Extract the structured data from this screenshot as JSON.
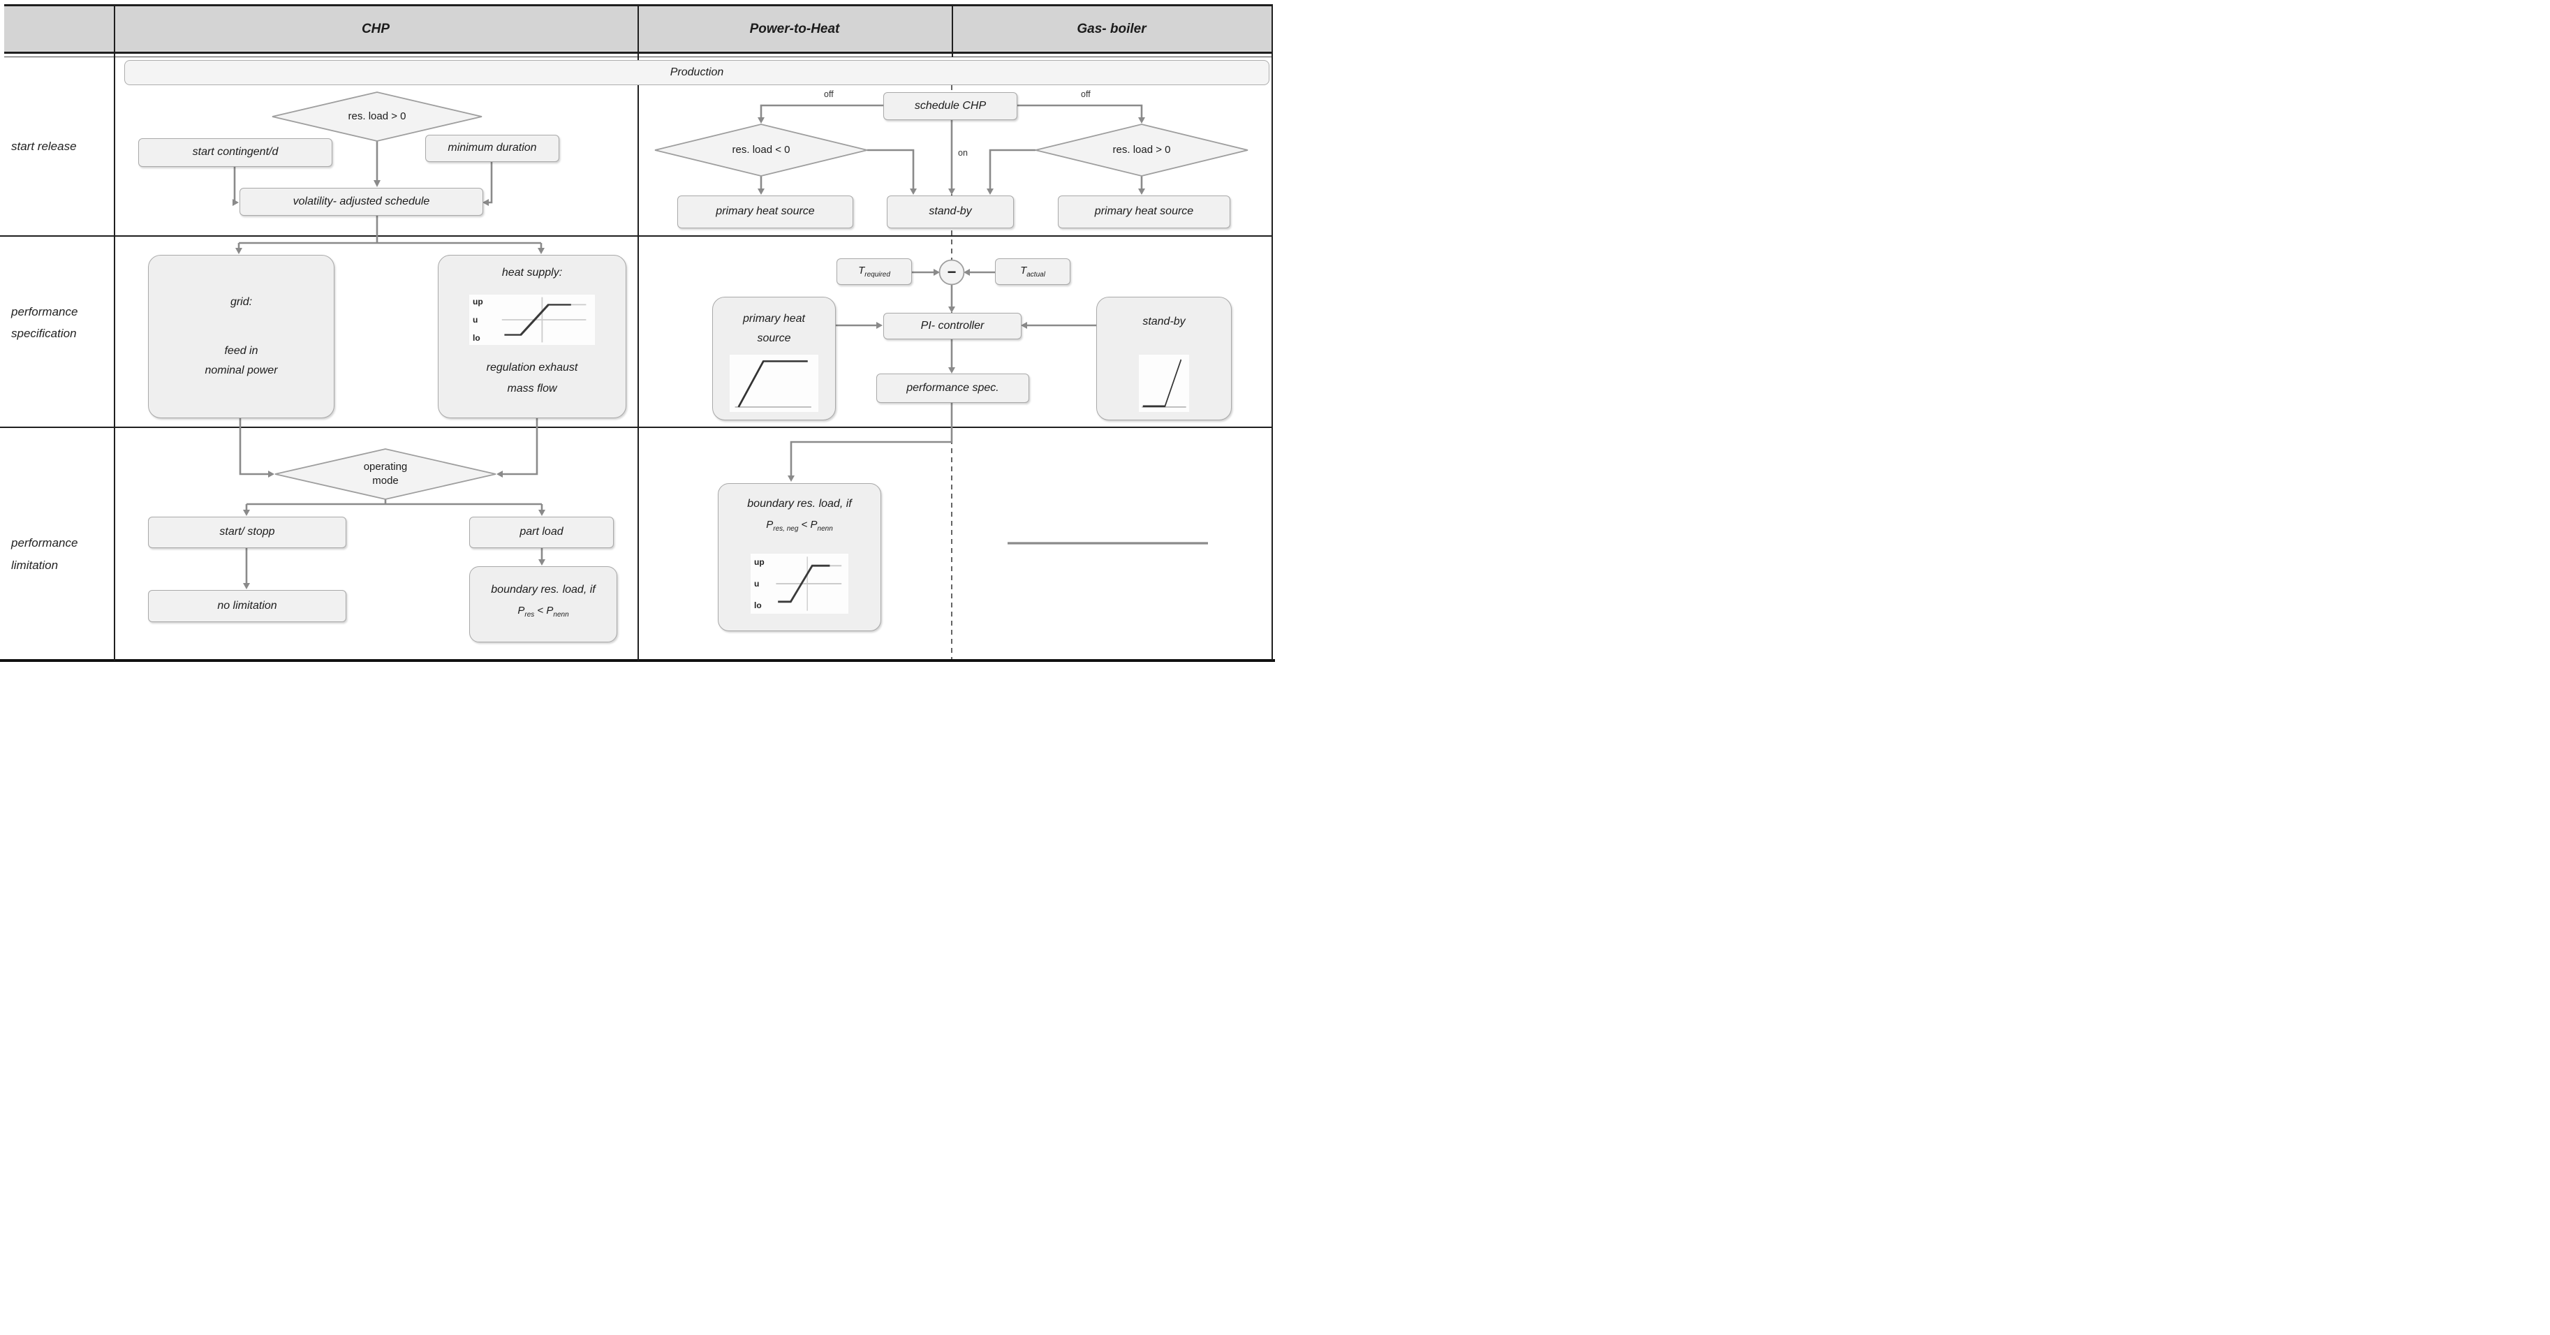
{
  "header": {
    "chp": "CHP",
    "pth": "Power-to-Heat",
    "gas": "Gas- boiler"
  },
  "row_labels": {
    "r1": "start release",
    "r2_line1": "performance",
    "r2_line2": "specification",
    "r3_line1": "performance",
    "r3_line2": "limitation"
  },
  "production": {
    "label": "Production"
  },
  "chp": {
    "diamond_res_load": "res. load > 0",
    "start_contingent": "start contingent/d",
    "minimum_duration": "minimum duration",
    "schedule": "volatility- adjusted schedule",
    "grid_title": "grid:",
    "grid_line2": "feed in",
    "grid_line3": "nominal power",
    "heat_title": "heat supply:",
    "heat_line2": "regulation exhaust",
    "heat_line3": "mass flow",
    "diamond_mode_line1": "operating",
    "diamond_mode_line2": "mode",
    "start_stopp": "start/ stopp",
    "part_load": "part load",
    "no_limitation": "no limitation",
    "boundary_line1": "boundary res. load, if",
    "f_base1": "P",
    "f_sub1": "res",
    "f_op": " < ",
    "f_base2": "P",
    "f_sub2": "nenn"
  },
  "pth": {
    "schedule_chp": "schedule CHP",
    "off_left": "off",
    "off_right": "off",
    "on": "on",
    "diamond_left": "res. load < 0",
    "diamond_right": "res. load > 0",
    "primary_left": "primary heat source",
    "stand_by": "stand-by",
    "primary_right": "primary heat source",
    "t_req_base": "T",
    "t_req_sub": "required",
    "t_act_base": "T",
    "t_act_sub": "actual",
    "minus": "−",
    "pi_controller": "PI- controller",
    "perf_spec": "performance spec.",
    "phs_line1": "primary heat",
    "phs_line2": "source",
    "boundary_line1": "boundary res. load, if",
    "f_base1": "P",
    "f_sub1": "res, neg",
    "f_op": " < ",
    "f_base2": "P",
    "f_sub2": "nenn"
  },
  "gas": {
    "stand_by": "stand-by"
  },
  "limiter": {
    "up": "up",
    "u": "u",
    "lo": "lo"
  },
  "colors": {
    "header_fill": "#d4d4d4",
    "box_fill": "#f1f1f1",
    "box_border": "#a9a9a9",
    "connector": "#8a8a8a",
    "table_border": "#1f1f1f",
    "curve": "#3a3a3a"
  }
}
